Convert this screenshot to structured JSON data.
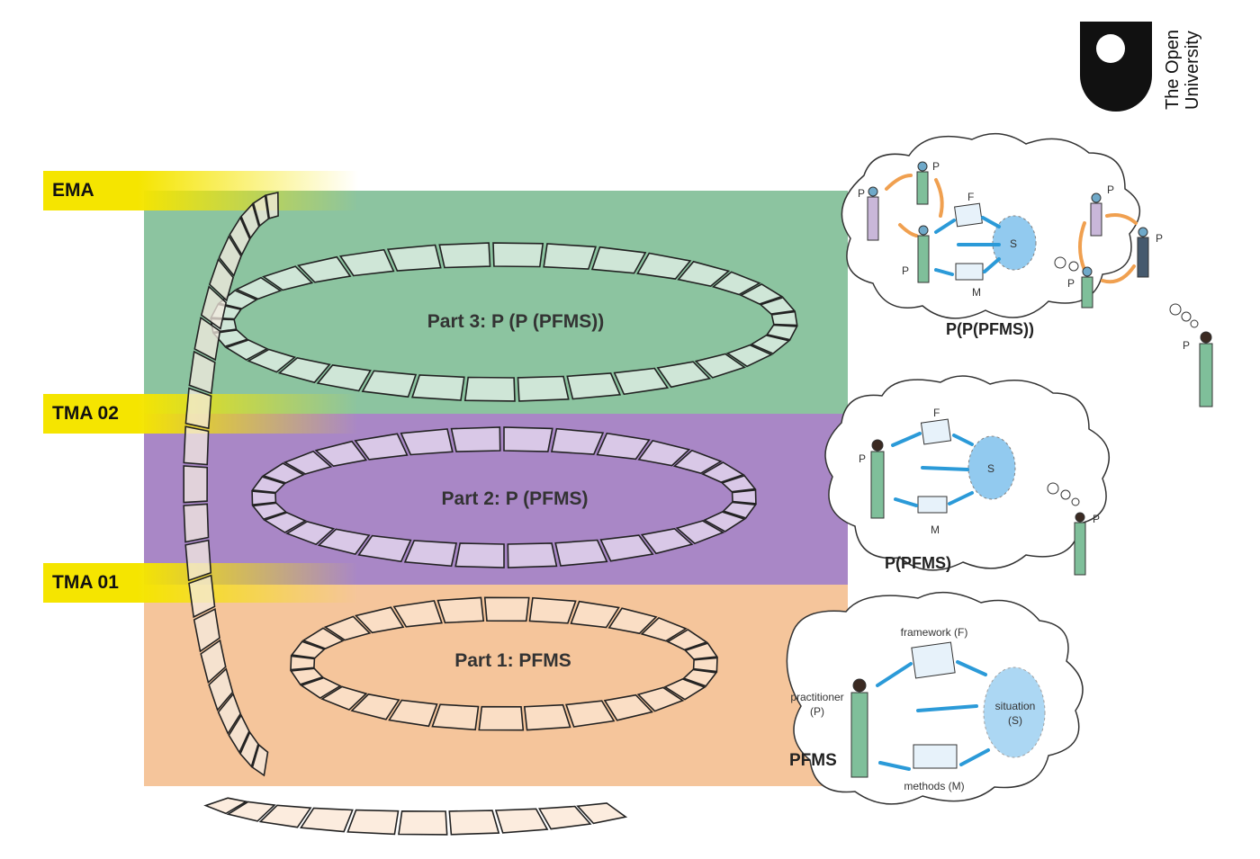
{
  "logo": {
    "line1": "The Open",
    "line2": "University"
  },
  "milestones": {
    "ema": "EMA",
    "tma02": "TMA 02",
    "tma01": "TMA 01"
  },
  "parts": {
    "part3": "Part 3: P (P (PFMS))",
    "part2": "Part 2: P (PFMS)",
    "part1": "Part 1: PFMS"
  },
  "clouds": {
    "top": {
      "title": "P(P(PFMS))",
      "p": "P",
      "f": "F",
      "m": "M",
      "s": "S"
    },
    "middle": {
      "title": "P(PFMS)",
      "p": "P",
      "f": "F",
      "m": "M",
      "s": "S"
    },
    "bottom": {
      "title": "PFMS",
      "practitioner": "practitioner",
      "practitioner_abbr": "(P)",
      "framework": "framework (F)",
      "situation": "situation",
      "situation_abbr": "(S)",
      "methods": "methods (M)"
    }
  },
  "colors": {
    "green": "#8cc4a0",
    "purple": "#a987c6",
    "orange": "#f5c59b",
    "yellow": "#f5e500",
    "situation": "#4aa8e6",
    "arrow_blue": "#2b9ad8",
    "arrow_orange": "#f0a050"
  }
}
